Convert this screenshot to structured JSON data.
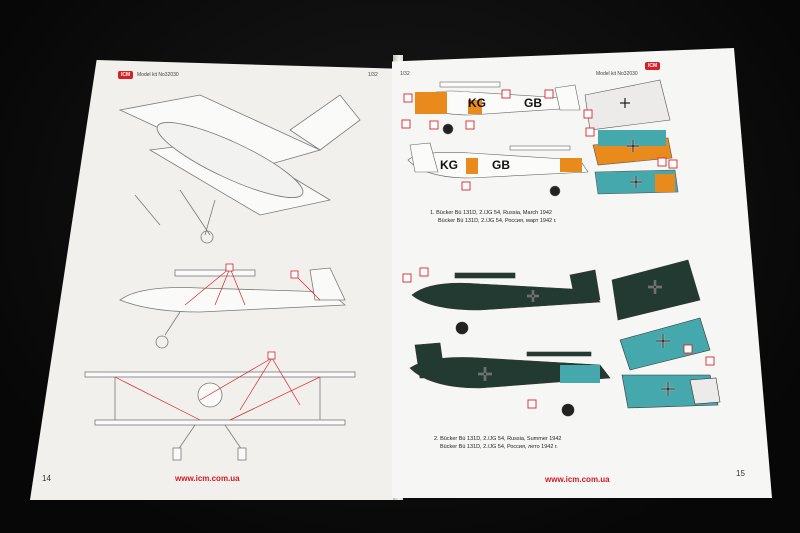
{
  "left_page": {
    "brand": "ICM",
    "model_kit": "Model kit No32030",
    "scale": "1/32",
    "page_number": "14",
    "website": "www.icm.com.ua"
  },
  "right_page": {
    "brand": "ICM",
    "scale": "1/32",
    "model_kit": "Model kit No32030",
    "page_number": "15",
    "website": "www.icm.com.ua",
    "scheme1_line1": "1. Bücker Bü 131D, 2./JG 54, Russia, March 1942",
    "scheme1_line2": "Bücker Bü 131D, 2./JG 54, Россия, март 1942 г.",
    "scheme2_line1": "2. Bücker Bü 131D, 2./JG 54, Russia, Summer 1942",
    "scheme2_line2": "Bücker Bü 131D, 2./JG 54, Россия, лето 1942 г.",
    "fuselage_code_a": "KG",
    "fuselage_code_b": "GB"
  },
  "colors": {
    "background": "#0a0a0a",
    "paper": "#f4f4f1",
    "icm_red": "#d91f26",
    "dark_green": "#233a32",
    "light_blue": "#45a8ad",
    "orange": "#e98a1c"
  }
}
